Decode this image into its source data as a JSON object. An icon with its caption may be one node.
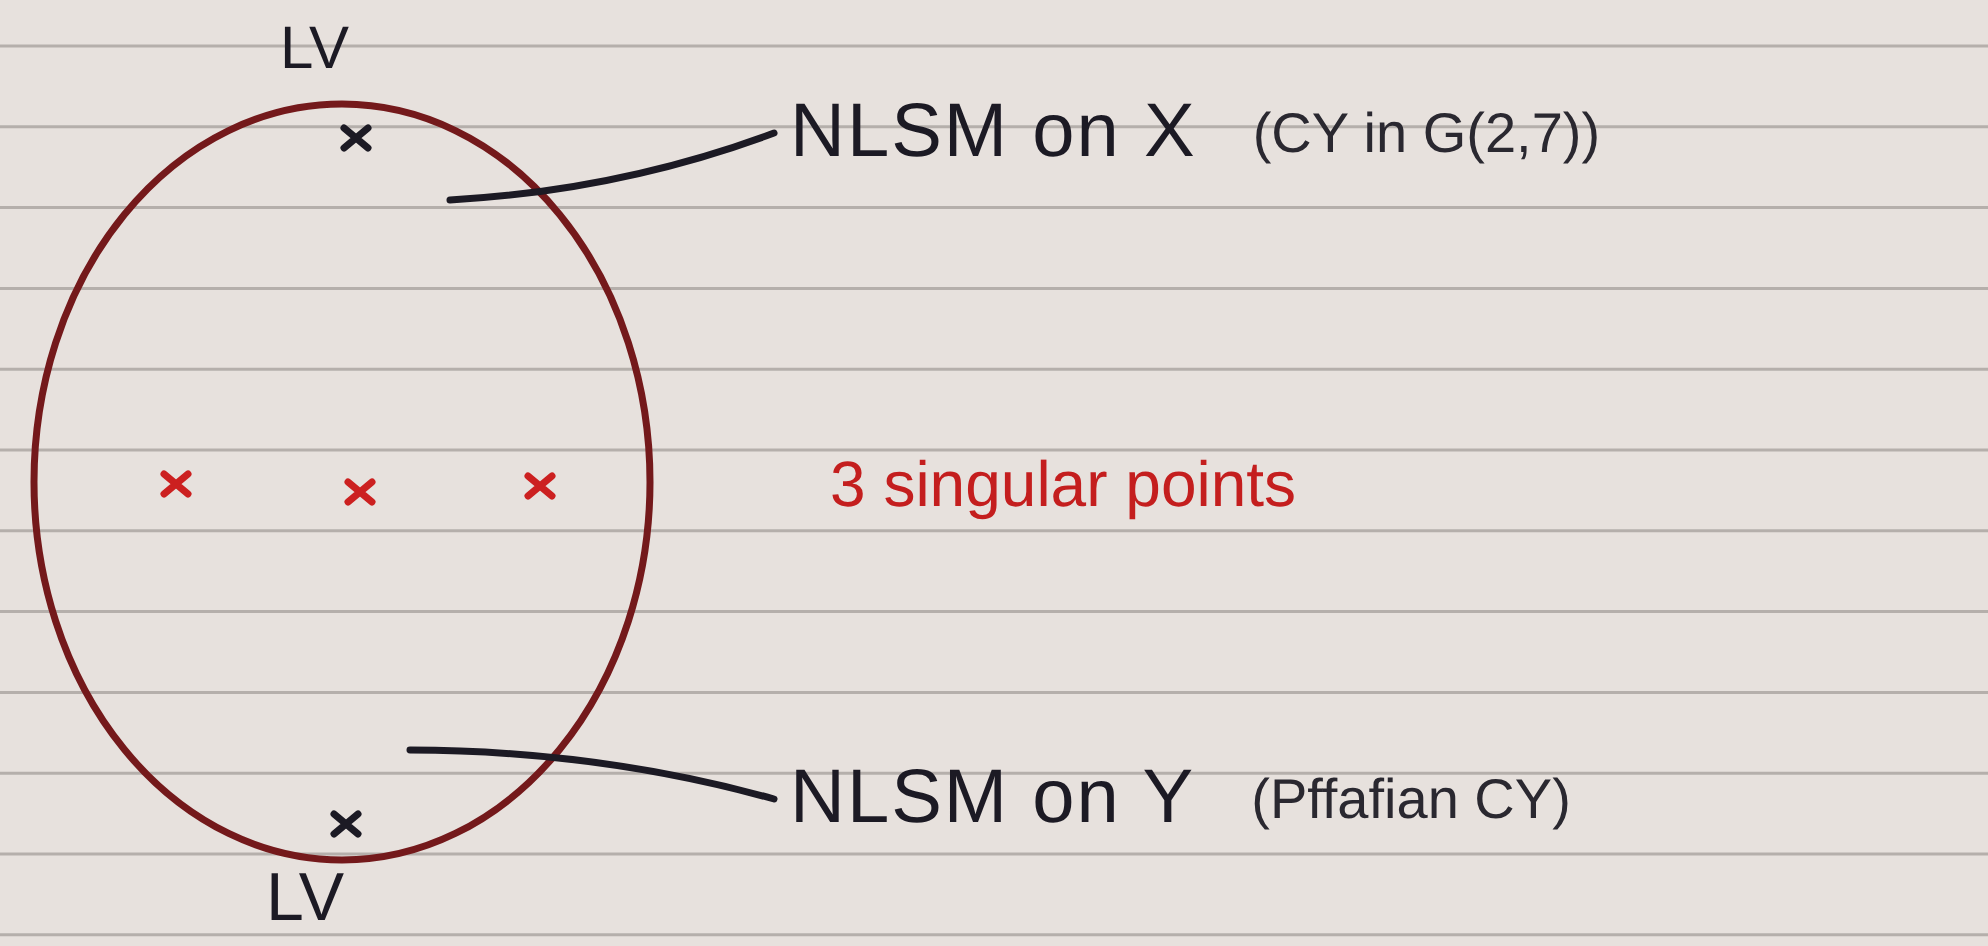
{
  "diagram": {
    "nodes": [
      {
        "text": [],
        "shape": "circle"
      },
      {
        "text": [
          "NLSM on X",
          "(CY in G(2,7))"
        ]
      },
      {
        "text": [
          "NLSM on Y",
          "(Pffafian CY)"
        ]
      }
    ],
    "edges": [
      {
        "from": 1,
        "to": 0,
        "arrow": "none"
      },
      {
        "from": 2,
        "to": 0,
        "arrow": "none"
      }
    ],
    "labels": [
      "LV",
      "3 singular points",
      "LV"
    ]
  }
}
